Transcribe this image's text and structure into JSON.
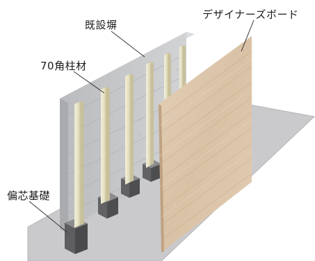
{
  "labels": {
    "existing_wall": "既設塀",
    "designer_board": "デザイナーズボード",
    "post": "70角柱材",
    "offset_foundation": "偏芯基礎"
  },
  "colors": {
    "ground": "#c9c9cb",
    "ground_edge": "#b3b3b5",
    "wall_face": "#c3c5c7",
    "wall_top": "#d7d8da",
    "wall_side": "#a6a8ab",
    "post": "#e7e3c7",
    "post_shadow": "#c9c29c",
    "footing_face": "#6d6d70",
    "footing_top": "#8a8a8d",
    "footing_side": "#545457",
    "board": "#dcc6ac",
    "board_grain": "#c9ae90",
    "board_edge": "#b89a7a",
    "leader": "#333333"
  }
}
